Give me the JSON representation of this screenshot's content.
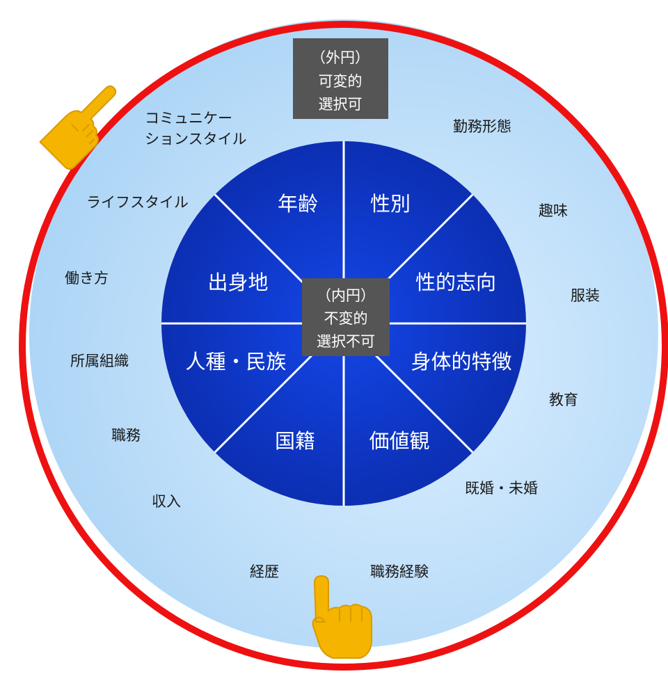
{
  "colors": {
    "outer_ring_light": "#dcefff",
    "outer_ring_dark": "#a9d3f5",
    "inner_circle": "#0f3bd4",
    "inner_circle_dark": "#0a2aa8",
    "divider": "#ffffff",
    "label_box": "#555555",
    "red_ring": "#ee1111",
    "hand": "#f4b400",
    "hand_outline": "#d99a00"
  },
  "outer_box": {
    "line1": "（外円）",
    "line2": "可変的",
    "line3": "選択可"
  },
  "inner_box": {
    "line1": "（内円）",
    "line2": "不変的",
    "line3": "選択不可"
  },
  "inner_segments": [
    "年齢",
    "性別",
    "性的志向",
    "身体的特徴",
    "価値観",
    "国籍",
    "人種・民族",
    "出身地"
  ],
  "outer_items": [
    {
      "lines": [
        "コミュニケー",
        "ションスタイル"
      ]
    },
    {
      "lines": [
        "勤務形態"
      ]
    },
    {
      "lines": [
        "ライフスタイル"
      ]
    },
    {
      "lines": [
        "趣味"
      ]
    },
    {
      "lines": [
        "働き方"
      ]
    },
    {
      "lines": [
        "服装"
      ]
    },
    {
      "lines": [
        "所属組織"
      ]
    },
    {
      "lines": [
        "教育"
      ]
    },
    {
      "lines": [
        "職務"
      ]
    },
    {
      "lines": [
        "既婚・未婚"
      ]
    },
    {
      "lines": [
        "収入"
      ]
    },
    {
      "lines": [
        "経歴"
      ]
    },
    {
      "lines": [
        "職務経験"
      ]
    }
  ],
  "icons": {
    "top_left": "pointing-hand-icon",
    "bottom": "pointing-hand-icon"
  }
}
